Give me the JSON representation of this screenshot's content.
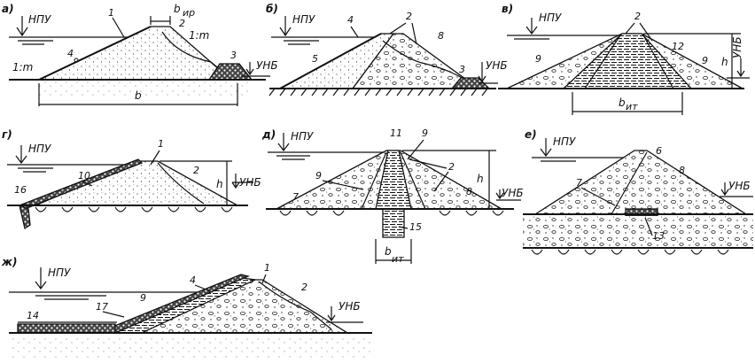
{
  "panels": [
    {
      "id": "a",
      "panel_label": "а)",
      "water_labels": [
        "НПУ",
        "УНБ"
      ],
      "numbers": [
        "1",
        "2",
        "3",
        "4"
      ],
      "slope_labels": [
        "1:m",
        "1:m"
      ],
      "width_labels": [
        "b",
        "b"
      ],
      "width_sub": "ир"
    },
    {
      "id": "b",
      "panel_label": "б)",
      "water_labels": [
        "НПУ",
        "УНБ"
      ],
      "numbers": [
        "2",
        "3",
        "4",
        "5",
        "8"
      ]
    },
    {
      "id": "v",
      "panel_label": "в)",
      "water_labels": [
        "НПУ",
        "УНБ"
      ],
      "numbers": [
        "2",
        "9",
        "9",
        "12"
      ],
      "height_label": "h",
      "width_label": "b",
      "width_sub": "ит"
    },
    {
      "id": "g",
      "panel_label": "г)",
      "water_labels": [
        "НПУ",
        "УНБ"
      ],
      "numbers": [
        "1",
        "2",
        "10",
        "16"
      ],
      "height_label": "h"
    },
    {
      "id": "d",
      "panel_label": "д)",
      "water_labels": [
        "НПУ",
        "УНБ"
      ],
      "numbers": [
        "11",
        "9",
        "2",
        "9",
        "7",
        "8",
        "15"
      ],
      "height_label": "h",
      "width_label": "b",
      "width_sub": "ит"
    },
    {
      "id": "e",
      "panel_label": "е)",
      "water_labels": [
        "НПУ",
        "УНБ"
      ],
      "numbers": [
        "6",
        "7",
        "8",
        "13"
      ]
    },
    {
      "id": "zh",
      "panel_label": "ж)",
      "water_labels": [
        "НПУ",
        "УНБ"
      ],
      "numbers": [
        "1",
        "2",
        "4",
        "9",
        "14",
        "17"
      ]
    }
  ]
}
